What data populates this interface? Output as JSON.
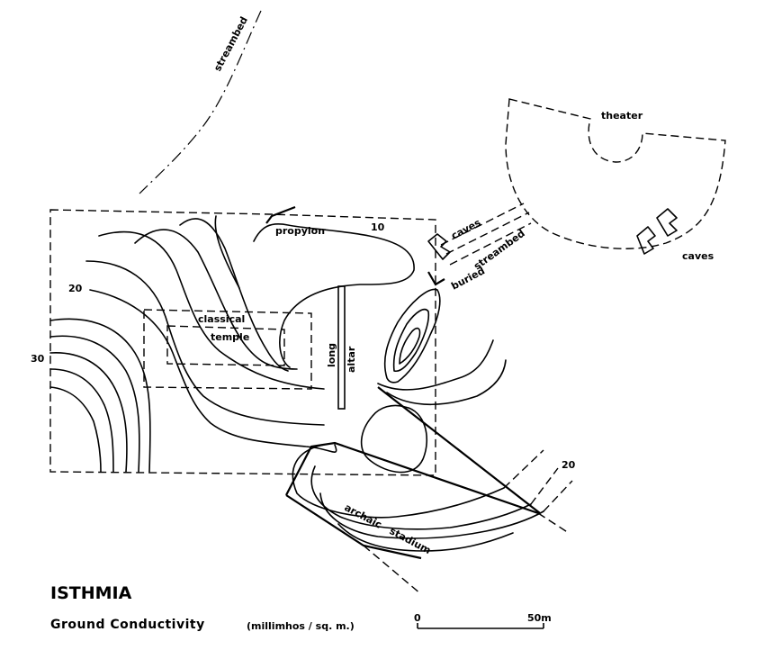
{
  "title": "ISTHMIA",
  "subtitle": "Ground  Conductivity",
  "units": "(millimhos / sq. m.)",
  "scale": {
    "start": "0",
    "end": "50m"
  },
  "labels": {
    "streambed_north": "streambed",
    "theater": "theater",
    "caves_upper": "caves",
    "caves_right": "caves",
    "propylon": "propylon",
    "buried": "buried",
    "streambed_buried": "streambed",
    "classical": "classical",
    "temple": "temple",
    "long": "long",
    "altar": "altar",
    "archaic": "archaic",
    "stadium": "stadium",
    "contour_10": "10",
    "contour_20_left": "20",
    "contour_30": "30",
    "contour_20_right": "20"
  }
}
